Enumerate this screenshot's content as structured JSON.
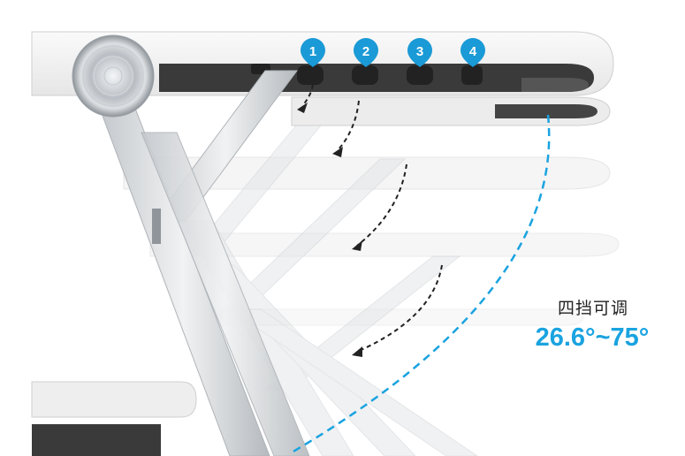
{
  "positions": [
    "1",
    "2",
    "3",
    "4"
  ],
  "caption": "四挡可调",
  "angle_range": "26.6°~75°",
  "colors": {
    "accent": "#1aa3e0",
    "badge": "#1a9ad6",
    "plate": "#f2f2f2",
    "slot_dark": "#3a3a3a",
    "arm": "#d4d8dc",
    "arrow": "#222222"
  }
}
